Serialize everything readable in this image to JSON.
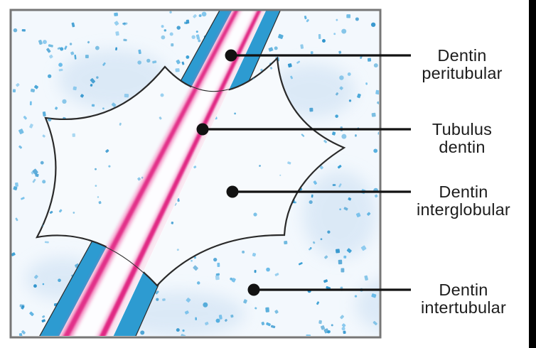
{
  "figure": {
    "kind": "dentin-histology-diagram",
    "annotation": {
      "labels": [
        {
          "name": "dentin-peritubular",
          "line1": "Dentin",
          "line2": "peritubular"
        },
        {
          "name": "tubulus-dentin",
          "line1": "Tubulus",
          "line2": "dentin"
        },
        {
          "name": "dentin-interglobular",
          "line1": "Dentin",
          "line2": "interglobular"
        },
        {
          "name": "dentin-intertubular",
          "line1": "Dentin",
          "line2": "intertubular"
        }
      ]
    },
    "colors": {
      "background": "#f3f8fd",
      "cloud": "#c9def2",
      "speckle_palette": [
        "#2f9ad2",
        "#4aaade",
        "#63b8e8",
        "#1f8cc9"
      ],
      "band_blue": "#2d9bd1",
      "pink_glow": "#ee5aa4",
      "magenta_line": "#df2180",
      "lumen_white": "#fdfdff",
      "pale_pink": "#f8dcea",
      "star_fill": "#f7fafd",
      "outline_dark": "#2a2a2a",
      "frame_gray": "#767676",
      "leader_black": "#121212",
      "text_color": "#1c1c1c",
      "edge_bar_black": "#000000"
    }
  }
}
